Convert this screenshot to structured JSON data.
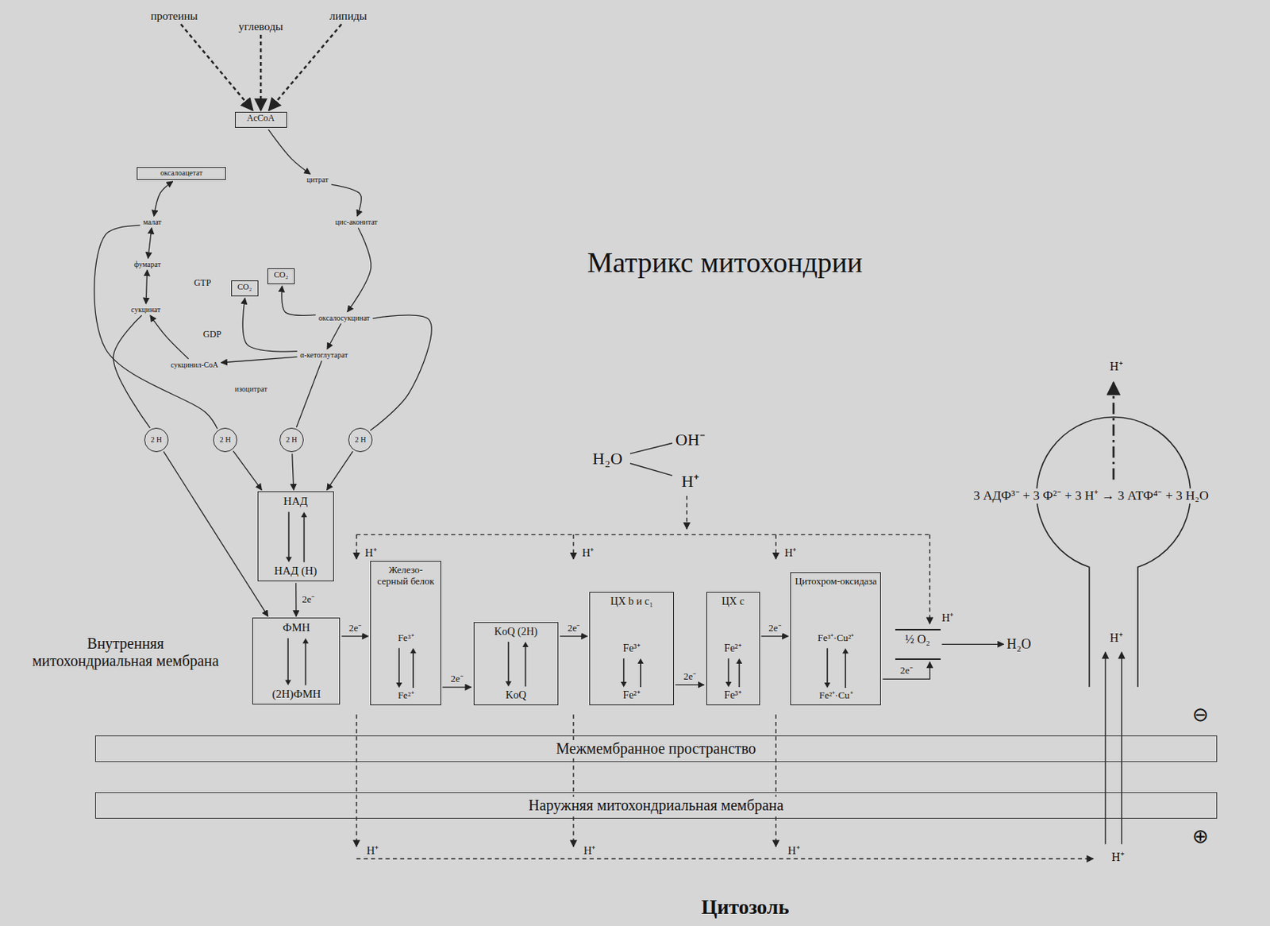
{
  "diagram": {
    "nodes": [
      {
        "text": [
          "протеины"
        ]
      },
      {
        "text": [
          "углеводы"
        ]
      },
      {
        "text": [
          "липиды"
        ]
      },
      {
        "text": [
          "AcCoA"
        ]
      },
      {
        "text": [
          "оксалоацетат"
        ]
      },
      {
        "text": [
          "цитрат"
        ]
      },
      {
        "text": [
          "цис-аконитат"
        ]
      },
      {
        "text": [
          "оксалосукцинат"
        ]
      },
      {
        "text": [
          "α-кетоглутарат"
        ]
      },
      {
        "text": [
          "сукцинил-CoA"
        ]
      },
      {
        "text": [
          "сукцинат"
        ]
      },
      {
        "text": [
          "фумарат"
        ]
      },
      {
        "text": [
          "малат"
        ]
      },
      {
        "text": [
          "CO₂"
        ]
      },
      {
        "text": [
          "CO₂"
        ]
      },
      {
        "text": [
          "2 H"
        ]
      },
      {
        "text": [
          "2 H"
        ]
      },
      {
        "text": [
          "2 H"
        ]
      },
      {
        "text": [
          "2 H"
        ]
      },
      {
        "text": [
          "НАД",
          "НАД (H)"
        ]
      },
      {
        "text": [
          "ФМН",
          "(2H)ФМН"
        ]
      },
      {
        "text": [
          "Железо-серный белок",
          "Fe³⁺",
          "Fe²⁺"
        ]
      },
      {
        "text": [
          "KoQ (2H)",
          "KoQ"
        ]
      },
      {
        "text": [
          "ЦХ b и c₁",
          "Fe³⁺",
          "Fe²⁺"
        ]
      },
      {
        "text": [
          "ЦХ c",
          "Fe²⁺",
          "Fe³⁺"
        ]
      },
      {
        "text": [
          "Цитохром-оксидаза",
          "Fe³⁺·Cu²⁺",
          "Fe²⁺·Cu⁺"
        ]
      },
      {
        "text": [
          "½ O₂"
        ]
      },
      {
        "text": [
          "H₂O"
        ]
      },
      {
        "text": [
          "Межмембранное пространство"
        ]
      },
      {
        "text": [
          "Наружняя митохондриальная мембрана"
        ]
      }
    ],
    "edges": [
      {
        "from": 0,
        "to": 3,
        "arrow": "to"
      },
      {
        "from": 1,
        "to": 3,
        "arrow": "to"
      },
      {
        "from": 2,
        "to": 3,
        "arrow": "to"
      },
      {
        "from": 3,
        "to": 5,
        "arrow": "to"
      },
      {
        "from": 5,
        "to": 6,
        "arrow": "to"
      },
      {
        "from": 6,
        "to": 7,
        "arrow": "to"
      },
      {
        "from": 7,
        "to": 8,
        "arrow": "to"
      },
      {
        "from": 8,
        "to": 9,
        "arrow": "to"
      },
      {
        "from": 9,
        "to": 10,
        "arrow": "to"
      },
      {
        "from": 10,
        "to": 11,
        "arrow": "both"
      },
      {
        "from": 11,
        "to": 12,
        "arrow": "both"
      },
      {
        "from": 12,
        "to": 4,
        "arrow": "both"
      },
      {
        "from": 8,
        "to": 13,
        "arrow": "to"
      },
      {
        "from": 7,
        "to": 14,
        "arrow": "to"
      },
      {
        "from": 10,
        "to": 15,
        "arrow": "none"
      },
      {
        "from": 12,
        "to": 16,
        "arrow": "none"
      },
      {
        "from": 8,
        "to": 17,
        "arrow": "none"
      },
      {
        "from": 7,
        "to": 18,
        "arrow": "none"
      },
      {
        "from": 15,
        "to": 20,
        "arrow": "to"
      },
      {
        "from": 16,
        "to": 19,
        "arrow": "to"
      },
      {
        "from": 17,
        "to": 19,
        "arrow": "to"
      },
      {
        "from": 18,
        "to": 19,
        "arrow": "to"
      },
      {
        "from": 19,
        "to": 20,
        "label": "2e⁻",
        "arrow": "to"
      },
      {
        "from": 20,
        "to": 21,
        "label": "2e⁻",
        "arrow": "to"
      },
      {
        "from": 21,
        "to": 22,
        "label": "2e⁻",
        "arrow": "to"
      },
      {
        "from": 22,
        "to": 23,
        "label": "2e⁻",
        "arrow": "to"
      },
      {
        "from": 23,
        "to": 24,
        "label": "2e⁻",
        "arrow": "to"
      },
      {
        "from": 24,
        "to": 25,
        "label": "2e⁻",
        "arrow": "to"
      },
      {
        "from": 25,
        "to": 26,
        "label": "2e⁻",
        "arrow": "to"
      },
      {
        "from": 26,
        "to": 27,
        "arrow": "to"
      }
    ],
    "labels": [
      "GTP",
      "GDP",
      "изоцитрат",
      "H₂O",
      "OH⁻",
      "H⁺",
      "H⁺",
      "H⁺",
      "H⁺",
      "H⁺",
      "H⁺",
      "H⁺",
      "H⁺",
      "H⁺",
      "H⁺",
      "H⁺",
      "3 АДФ³⁻ + 3 Ф²⁻ + 3 H⁺ → 3 АТФ⁴⁻ + 3 H₂O",
      "⊖",
      "⊕",
      "Матрикс митохондрии",
      "Внутренняя митохондриальная мембрана",
      "Цитозоль"
    ]
  }
}
